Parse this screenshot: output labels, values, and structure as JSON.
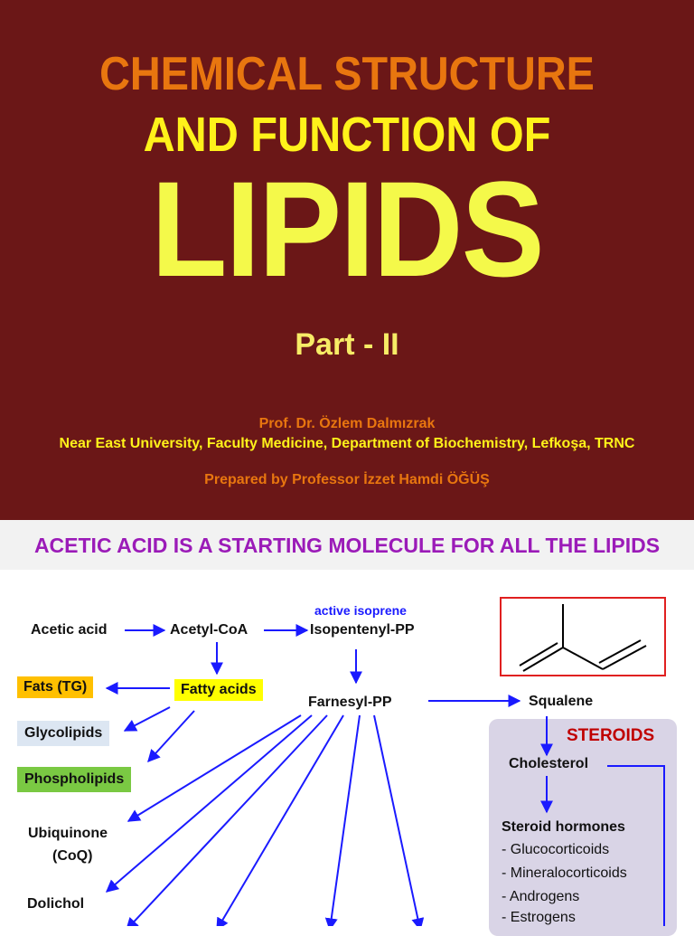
{
  "title": {
    "line1": "CHEMICAL STRUCTURE",
    "line2": "AND FUNCTION OF",
    "line3": "LIPIDS",
    "part": "Part - II"
  },
  "author": {
    "name": "Prof. Dr. Özlem Dalmızrak",
    "affiliation": "Near East University, Faculty Medicine, Department of Biochemistry, Lefkoşa, TRNC",
    "prepared_by": "Prepared by Professor İzzet Hamdi ÖĞÜŞ"
  },
  "banner": "ACETIC ACID IS A STARTING MOLECULE FOR ALL THE LIPIDS",
  "diagram": {
    "acetic_acid": "Acetic acid",
    "acetyl_coa": "Acetyl-CoA",
    "active_isoprene": "active isoprene",
    "isopentenyl_pp": "Isopentenyl-PP",
    "fats": "Fats (TG)",
    "fatty_acids": "Fatty acids",
    "farnesyl_pp": "Farnesyl-PP",
    "squalene": "Squalene",
    "glycolipids": "Glycolipids",
    "phospholipids": "Phospholipids",
    "steroids": "STEROIDS",
    "cholesterol": "Cholesterol",
    "ubiquinone_1": "Ubiquinone",
    "ubiquinone_2": "(CoQ)",
    "dolichol": "Dolichol",
    "steroid_hormones": "Steroid hormones",
    "hormones": [
      "- Glucocorticoids",
      "- Mineralocorticoids",
      "- Androgens",
      "- Estrogens"
    ]
  },
  "colors": {
    "maroon": "#6b1717",
    "arrow": "#1a1aff",
    "fats_box": "#ffc000",
    "fatty_box": "#ffff00",
    "glyco_box": "#dce6f2",
    "phospho_box": "#7ac943",
    "steroids_text": "#c00000"
  }
}
